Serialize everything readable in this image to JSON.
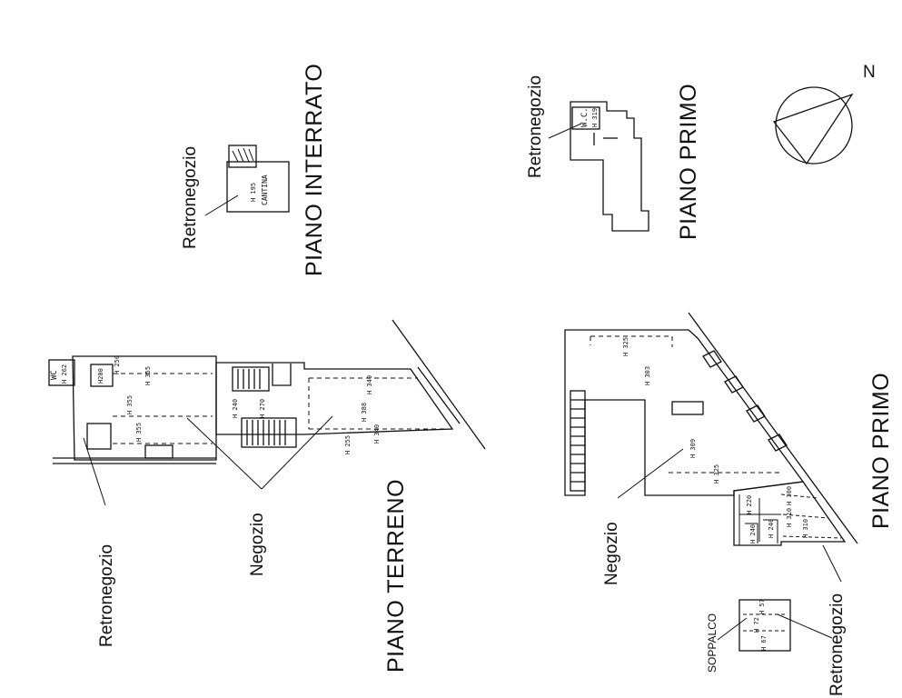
{
  "sheet": {
    "background": "#ffffff",
    "ink": "#111111",
    "north_label": "N"
  },
  "plans": {
    "piano_interrato": {
      "title": "PIANO INTERRATO",
      "label_retronegozio": "Retronegozio",
      "room_cantina": "CANTINA",
      "height_mark": "H 195"
    },
    "piano_terreno": {
      "title": "PIANO TERRENO",
      "label_retronegozio": "Retronegozio",
      "label_negozio": "Negozio",
      "room_wc": "WC",
      "wc_height": "H 262",
      "room_h200": "H200",
      "height_marks": [
        "H 355",
        "H 355",
        "H 355",
        "H 250",
        "H 240",
        "H 270",
        "H 340",
        "H 388",
        "H 340",
        "H 255"
      ]
    },
    "piano_primo_a": {
      "title": "PIANO PRIMO",
      "label_retronegozio": "Retronegozio",
      "room_wc": "W.C.",
      "wc_height": "H 319"
    },
    "piano_primo_b": {
      "title": "PIANO PRIMO",
      "label_negozio": "Negozio",
      "label_retronegozio": "Retronegozio",
      "label_soppalco": "SOPPALCO",
      "height_marks": [
        "H 325",
        "H 303",
        "H 309",
        "H 325",
        "H 220",
        "H 240",
        "H 240",
        "H 300",
        "H 310",
        "H 310",
        "H 57",
        "H 72",
        "H 67"
      ]
    }
  }
}
